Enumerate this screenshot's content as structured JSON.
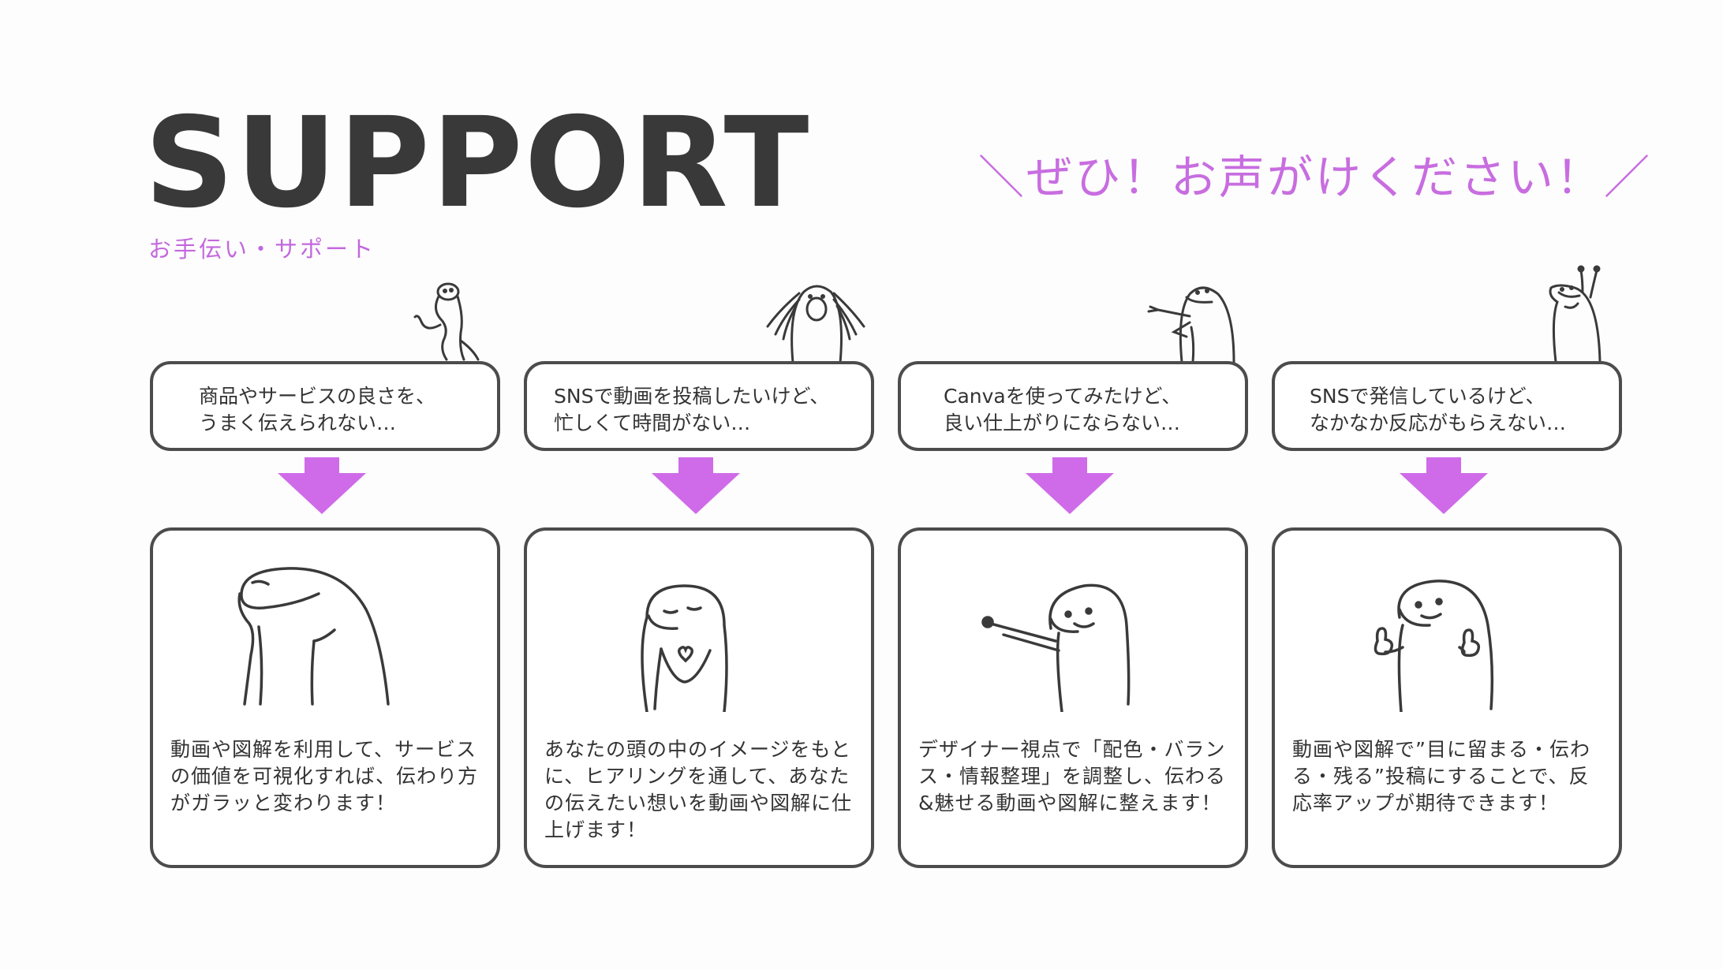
{
  "header": {
    "title": "SUPPORT",
    "subtitle": "お手伝い・サポート",
    "call_to_action": "＼ぜひ！お声がけください！／"
  },
  "columns": [
    {
      "problem": "商品やサービスの良さを、\nうまく伝えられない…",
      "solution": "動画や図解を利用して、サービスの価値を可視化すれば、伝わり方がガラッと変わります！"
    },
    {
      "problem": "SNSで動画を投稿したいけど、\n忙しくて時間がない…",
      "solution": "あなたの頭の中のイメージをもとに、ヒアリングを通して、あなたの伝えたい想いを動画や図解に仕上げます！"
    },
    {
      "problem": "Canvaを使ってみたけど、\n良い仕上がりにならない…",
      "solution": "デザイナー視点で「配色・バランス・情報整理」を調整し、伝わる&魅せる動画や図解に整えます！"
    },
    {
      "problem": "SNSで発信しているけど、\nなかなか反応がもらえない…",
      "solution": "動画や図解で”目に留まる・伝わる・残る”投稿にすることで、反応率アップが期待できます！"
    }
  ],
  "colors": {
    "accent": "#c86de0",
    "arrow": "#cf6be8",
    "ink": "#3a3a3a"
  }
}
